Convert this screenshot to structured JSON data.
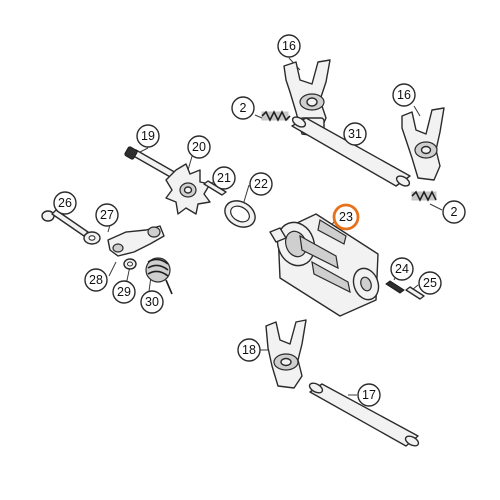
{
  "accent_color": "#e8721c",
  "line_color": "#2b2b2b",
  "callouts": [
    "16",
    "16",
    "2",
    "2",
    "31",
    "19",
    "20",
    "21",
    "22",
    "23",
    "24",
    "25",
    "26",
    "27",
    "28",
    "29",
    "30",
    "18",
    "17"
  ],
  "highlighted_callout": "23",
  "icons": [
    "shift-fork",
    "pin",
    "gear-star",
    "spacer",
    "drum"
  ]
}
